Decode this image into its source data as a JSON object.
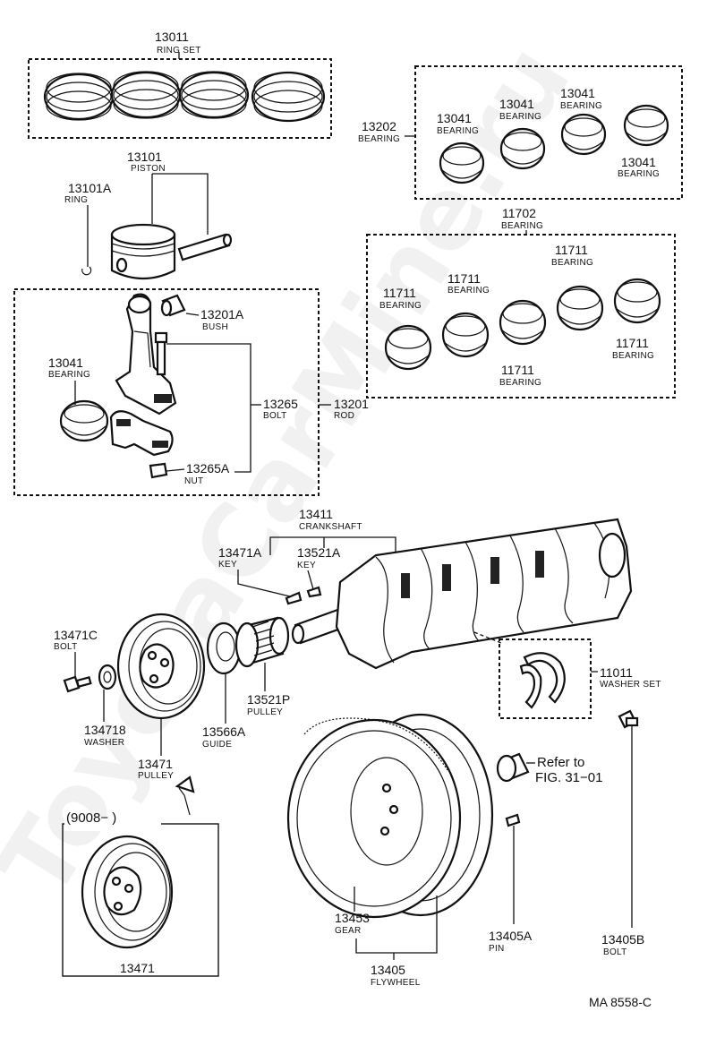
{
  "watermark": "ToyotaCarMine.ru",
  "figure_code": "MA 8558-C",
  "callouts": {
    "ring_set": {
      "number": "13011",
      "name": "RING SET"
    },
    "piston": {
      "number": "13101",
      "name": "PISTON"
    },
    "ring": {
      "number": "13101A",
      "name": "RING"
    },
    "bearing_set_13202": {
      "number": "13202",
      "name": "BEARING"
    },
    "bearing_13041_a": {
      "number": "13041",
      "name": "BEARING"
    },
    "bearing_13041_b": {
      "number": "13041",
      "name": "BEARING"
    },
    "bearing_13041_c": {
      "number": "13041",
      "name": "BEARING"
    },
    "bearing_13041_d": {
      "number": "13041",
      "name": "BEARING"
    },
    "bearing_set_11702": {
      "number": "11702",
      "name": "BEARING"
    },
    "bearing_11711_a": {
      "number": "11711",
      "name": "BEARING"
    },
    "bearing_11711_b": {
      "number": "11711",
      "name": "BEARING"
    },
    "bearing_11711_c": {
      "number": "11711",
      "name": "BEARING"
    },
    "bearing_11711_d": {
      "number": "11711",
      "name": "BEARING"
    },
    "bearing_11711_e": {
      "number": "11711",
      "name": "BEARING"
    },
    "bush": {
      "number": "13201A",
      "name": "BUSH"
    },
    "rod_bearing": {
      "number": "13041",
      "name": "BEARING"
    },
    "rod_bolt": {
      "number": "13265",
      "name": "BOLT"
    },
    "rod": {
      "number": "13201",
      "name": "ROD"
    },
    "rod_nut": {
      "number": "13265A",
      "name": "NUT"
    },
    "crankshaft": {
      "number": "13411",
      "name": "CRANKSHAFT"
    },
    "key_a": {
      "number": "13471A",
      "name": "KEY"
    },
    "key_b": {
      "number": "13521A",
      "name": "KEY"
    },
    "pulley_bolt": {
      "number": "13471C",
      "name": "BOLT"
    },
    "washer": {
      "number": "134718",
      "name": "WASHER"
    },
    "crank_pulley": {
      "number": "13471",
      "name": "PULLEY"
    },
    "guide": {
      "number": "13566A",
      "name": "GUIDE"
    },
    "timing_pulley": {
      "number": "13521P",
      "name": "PULLEY"
    },
    "washer_set": {
      "number": "11011",
      "name": "WASHER SET"
    },
    "refer": {
      "line1": "Refer to",
      "line2": "FIG. 31−01"
    },
    "ring_gear": {
      "number": "13453",
      "name": "GEAR"
    },
    "flywheel": {
      "number": "13405",
      "name": "FLYWHEEL"
    },
    "pin": {
      "number": "13405A",
      "name": "PIN"
    },
    "flywheel_bolt": {
      "number": "13405B",
      "name": "BOLT"
    },
    "inset_date": "(9008−     )",
    "inset_pulley": {
      "number": "13471"
    }
  }
}
